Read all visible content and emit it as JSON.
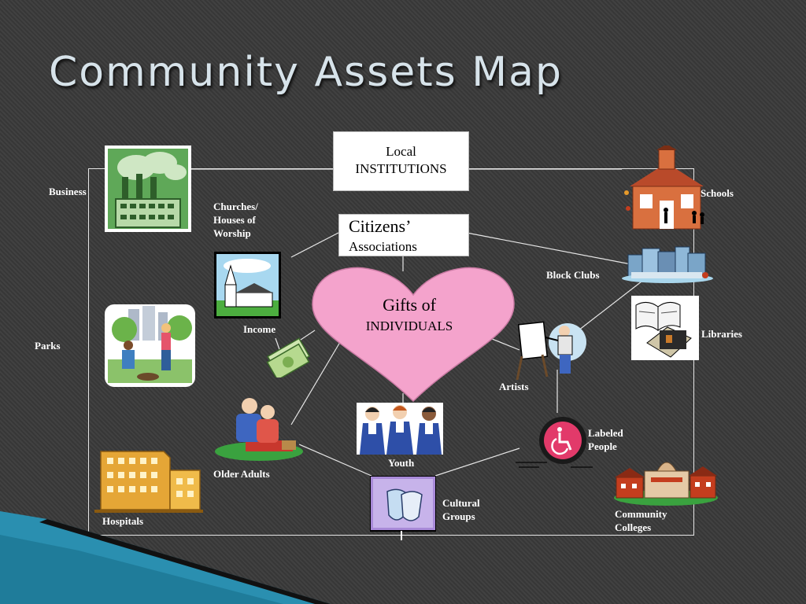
{
  "slide": {
    "title": "Community Assets Map",
    "accent_color": "#2a8fb0",
    "heart_color": "#f4a3cc"
  },
  "boxes": {
    "local_line1": "Local",
    "local_line2": "INSTITUTIONS",
    "citizens_line1": "Citizens’",
    "citizens_line2": "Associations",
    "gifts_line1": "Gifts of",
    "gifts_line2": "INDIVIDUALS"
  },
  "labels": {
    "business": "Business",
    "churches": "Churches/",
    "houses_of": "Houses of",
    "worship": "Worship",
    "parks": "Parks",
    "income": "Income",
    "older_adults": "Older Adults",
    "hospitals": "Hospitals",
    "youth": "Youth",
    "cultural": "Cultural",
    "groups": "Groups",
    "schools": "Schools",
    "block_clubs": "Block Clubs",
    "libraries": "Libraries",
    "artists": "Artists",
    "labeled": "Labeled",
    "people": "People",
    "community": "Community",
    "colleges": "Colleges"
  },
  "icons": [
    "factory-icon",
    "church-icon",
    "parks-icon",
    "money-icon",
    "older-adults-icon",
    "hospital-icon",
    "youth-icon",
    "theater-masks-icon",
    "school-icon",
    "block-clubs-icon",
    "library-icon",
    "artist-icon",
    "wheelchair-icon",
    "college-icon"
  ]
}
